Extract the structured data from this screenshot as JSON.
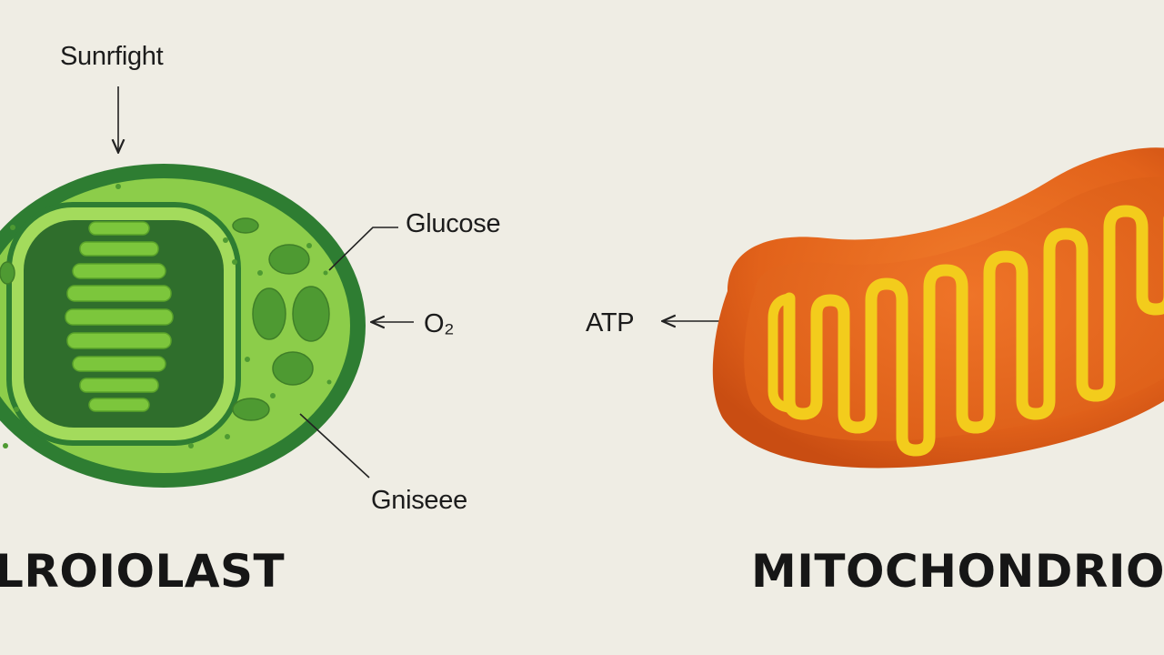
{
  "colors": {
    "background": "#efede4",
    "chloroplast_outer": "#2e7d32",
    "chloroplast_inner": "#8ccd4a",
    "stroma_dark": "#2f6e2c",
    "thylakoid": "#78c23a",
    "mitochondrion_outer": "#e2621a",
    "cristae": "#f3cc1c"
  },
  "labels": {
    "sunlight": "Sunrfight",
    "glucose": "Glucose",
    "oxygen": "O₂",
    "gniseee": "Gniseee",
    "atp": "ATP"
  },
  "titles": {
    "left": "LROIOLAST",
    "right": "MITOCHONDRION"
  }
}
